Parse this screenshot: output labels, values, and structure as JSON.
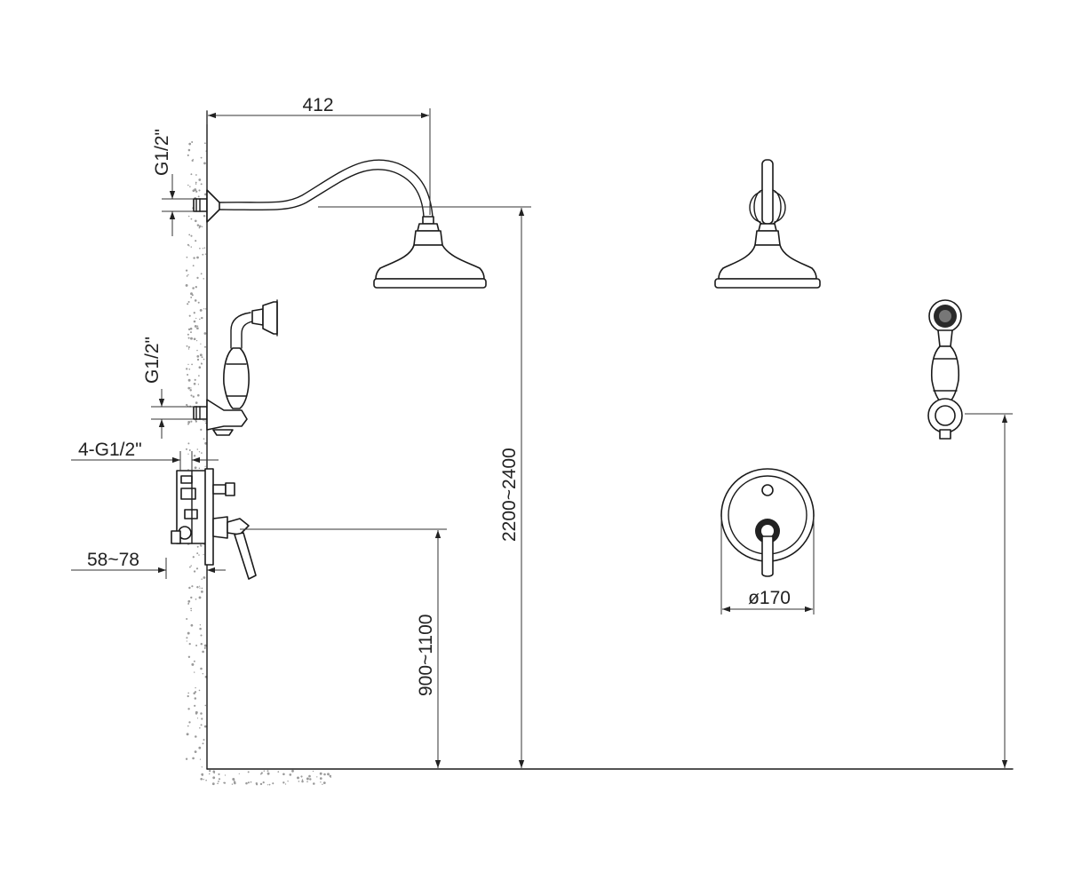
{
  "dimensions": {
    "shower_arm_reach": "412",
    "wall_inlet_top": "G1/2\"",
    "wall_inlet_hand": "G1/2\"",
    "valve_connections": "4-G1/2\"",
    "valve_depth": "58~78",
    "shower_height": "2200~2400",
    "valve_height": "900~1100",
    "plate_diameter": "ø170"
  },
  "colors": {
    "line": "#1a1a1a",
    "background": "#ffffff"
  },
  "icons": {
    "rain_shower_head": "rain-shower-head-icon",
    "hand_shower": "hand-shower-icon",
    "mixer_valve": "mixer-valve-icon"
  }
}
